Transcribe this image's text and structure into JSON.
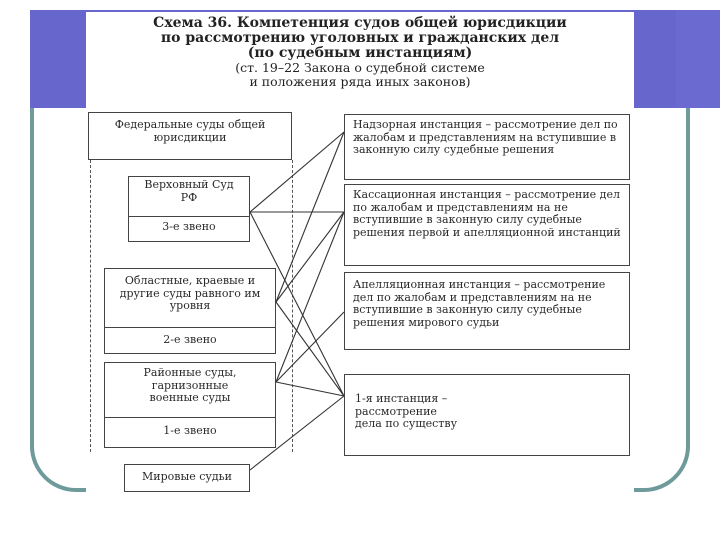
{
  "title": {
    "line1": "Схема 36. Компетенция судов общей юрисдикции",
    "line2": "по рассмотрению уголовных и гражданских дел",
    "line3": "(по судебным инстанциям)",
    "line4": "(ст. 19–22 Закона о судебной системе",
    "line5": "и положения ряда иных законов)"
  },
  "left": {
    "header": "Федеральные суды общей юрисдикции",
    "supreme": {
      "name": "Верховный Суд РФ",
      "tier": "3-е звено"
    },
    "regional": {
      "name": "Областные, краевые и другие суды равного им уровня",
      "tier": "2-е звено"
    },
    "district": {
      "name": "Районные суды, гарнизонные военные суды",
      "tier": "1-е звено"
    },
    "magistrate": "Мировые судьи"
  },
  "right": {
    "supervisory": "Надзорная инстанция – рассмотрение дел по жалобам и представлениям на вступившие в законную силу судебные решения",
    "cassation": "Кассационная инстанция – рассмотрение дел по жалобам и представлениям на не вступившие в законную силу судебные решения первой и апелляционной инстанций",
    "appeal": "Апелляционная инстанция – рассмотрение дел по жалобам и представлениям на не вступившие в законную силу судебные решения мирового судьи",
    "first": "1-я инстанция – рассмотрение дела по существу"
  },
  "colors": {
    "band": "#6666cc",
    "frame": "#6f9a9c"
  }
}
